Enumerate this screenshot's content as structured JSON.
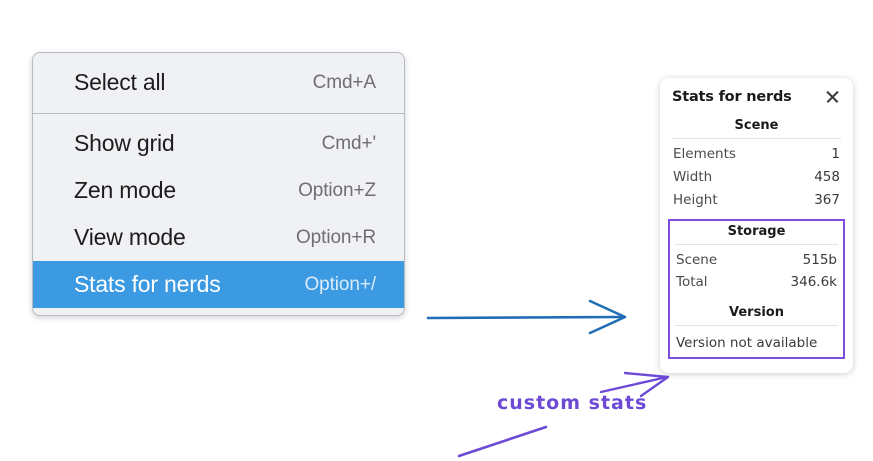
{
  "context_menu": {
    "groups": [
      {
        "items": [
          {
            "label": "Select all",
            "shortcut": "Cmd+A",
            "selected": false
          }
        ]
      },
      {
        "items": [
          {
            "label": "Show grid",
            "shortcut": "Cmd+'",
            "selected": false
          },
          {
            "label": "Zen mode",
            "shortcut": "Option+Z",
            "selected": false
          },
          {
            "label": "View mode",
            "shortcut": "Option+R",
            "selected": false
          },
          {
            "label": "Stats for nerds",
            "shortcut": "Option+/",
            "selected": true
          }
        ]
      }
    ],
    "highlight_color": "#3b9ae2"
  },
  "stats_panel": {
    "title": "Stats for nerds",
    "close_icon": "close-icon",
    "scene": {
      "heading": "Scene",
      "rows": [
        {
          "key": "Elements",
          "value": "1"
        },
        {
          "key": "Width",
          "value": "458"
        },
        {
          "key": "Height",
          "value": "367"
        }
      ]
    },
    "custom": {
      "storage": {
        "heading": "Storage",
        "rows": [
          {
            "key": "Scene",
            "value": "515b"
          },
          {
            "key": "Total",
            "value": "346.6k"
          }
        ]
      },
      "version": {
        "heading": "Version",
        "text": "Version not available"
      },
      "border_color": "#7c4ddb"
    }
  },
  "annotations": {
    "blue_arrow": {
      "name": "menu-to-panel-arrow",
      "color": "#1f6eb5"
    },
    "purple_label": {
      "text": "custom stats",
      "color": "#6d4ad6"
    },
    "purple_arrow": {
      "name": "custom-stats-arrow",
      "color": "#6d4ad6"
    },
    "purple_underline": {
      "name": "custom-stats-underline",
      "color": "#6d4ad6"
    }
  }
}
